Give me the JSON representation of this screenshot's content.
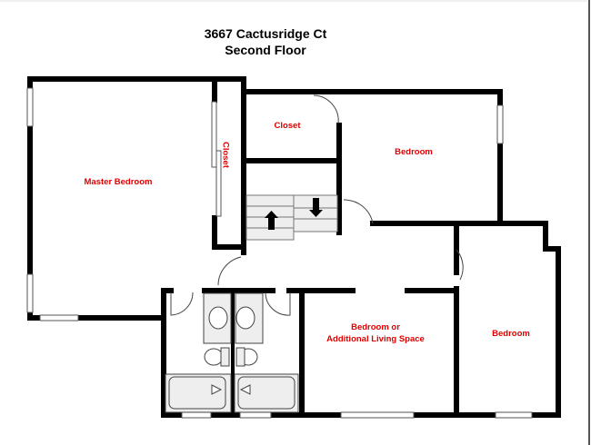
{
  "header": {
    "address": "3667 Cactusridge Ct",
    "floor": "Second Floor"
  },
  "rooms": {
    "master_bedroom": "Master Bedroom",
    "master_closet": "Closet",
    "closet": "Closet",
    "bedroom_top_right": "Bedroom",
    "bedroom_or_living_line1": "Bedroom or",
    "bedroom_or_living_line2": "Additional Living Space",
    "bedroom_bottom_right": "Bedroom"
  },
  "colors": {
    "wall": "#000000",
    "label": "#e00000",
    "fixture_fill": "#eeeeee",
    "window": "#ffffff"
  },
  "icons": {
    "stairs_up": "arrow-up",
    "stairs_down": "arrow-down"
  }
}
